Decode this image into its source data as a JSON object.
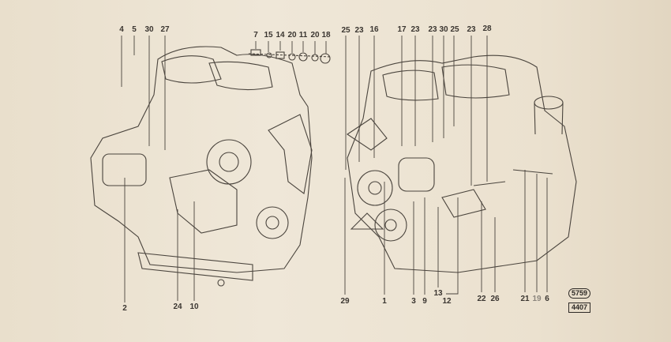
{
  "figure": {
    "left_engine_callouts": {
      "top": [
        "4",
        "5",
        "30",
        "27",
        "7",
        "15",
        "14",
        "20",
        "11",
        "20",
        "18"
      ],
      "bottom": [
        "2",
        "24",
        "10"
      ]
    },
    "right_engine_callouts": {
      "top": [
        "25",
        "23",
        "16",
        "17",
        "23",
        "23",
        "30",
        "25",
        "23",
        "28"
      ],
      "bottom": [
        "29",
        "1",
        "3",
        "9",
        "13",
        "12",
        "22",
        "26",
        "21",
        "19",
        "6"
      ]
    },
    "figure_codes": {
      "oval": "5759",
      "box": "4407"
    }
  }
}
